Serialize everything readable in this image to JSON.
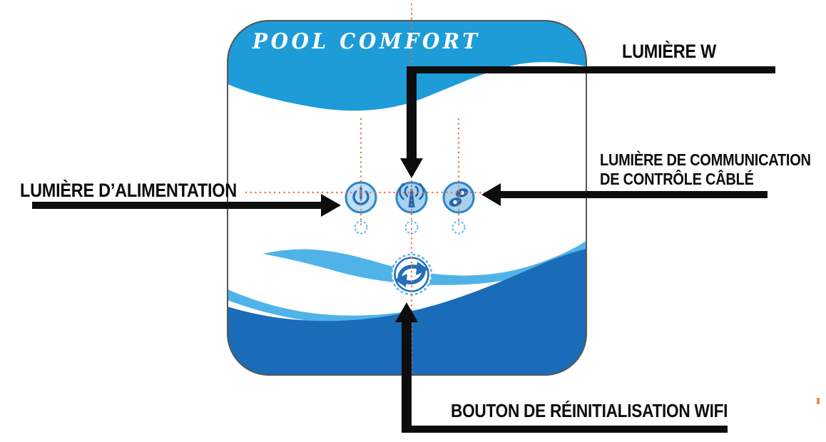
{
  "device": {
    "brand": "POOL COMFORT",
    "type": "wifi-module-faceplate",
    "colors": {
      "header_blue": "#1E9CD8",
      "wave_light_blue": "#4FB3E8",
      "wave_dark_blue": "#1A6CB8",
      "icon_ring_blue": "#2E86C8",
      "icon_fill_light": "#BFE0F6",
      "icon_fill_medium": "#A6D2F0",
      "glyph_dark_blue": "#1F66AE",
      "guide_dot_orange": "#F26B3F",
      "callout_black": "#0D0D0D",
      "panel_border_gray": "#555555"
    },
    "indicators": [
      {
        "name": "power-light",
        "icon": "power-icon"
      },
      {
        "name": "wifi-light",
        "icon": "antenna-broadcast-icon"
      },
      {
        "name": "wired-control-light",
        "icon": "fan-s-icon"
      }
    ],
    "button": {
      "name": "wifi-reset-button",
      "icon": "sync-arrows-icon"
    }
  },
  "callouts": {
    "power": {
      "label": "LUMIÈRE D’ALIMENTATION",
      "arrow_direction": "right"
    },
    "wifi": {
      "label": "LUMIÈRE W",
      "arrow_direction": "down"
    },
    "wired": {
      "label_line1": "LUMIÈRE DE COMMUNICATION",
      "label_line2": "DE CONTRÔLE CÂBLÉ",
      "arrow_direction": "left"
    },
    "reset": {
      "label": "BOUTON DE RÉINITIALISATION WIFI",
      "arrow_direction": "up"
    }
  }
}
